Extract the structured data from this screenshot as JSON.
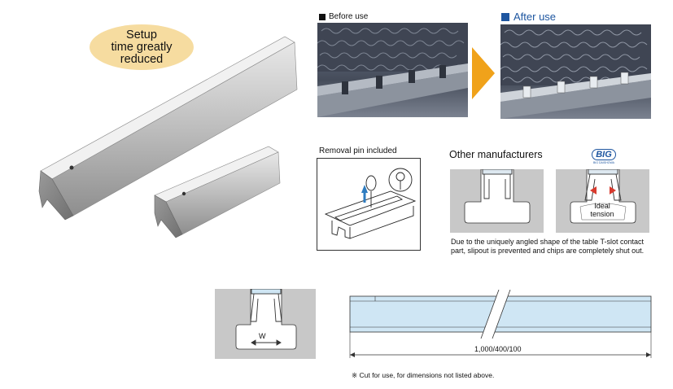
{
  "badge": {
    "line1": "Setup",
    "line2": "time greatly",
    "line3": "reduced"
  },
  "before": {
    "label": "Before use"
  },
  "after": {
    "label": "After use"
  },
  "removal": {
    "title": "Removal pin included"
  },
  "comparison": {
    "title": "Other manufacturers",
    "ideal_label_1": "Ideal",
    "ideal_label_2": "tension",
    "description": "Due to the uniquely angled shape of the table T-slot contact part, slipout is prevented and chips are completely shut out."
  },
  "logo": {
    "text": "BIG",
    "subtext": "BIG DAISHOWA"
  },
  "dimension": {
    "w_label": "W",
    "length_label": "1,000/400/100"
  },
  "note": "※ Cut for use, for dimensions not listed above.",
  "colors": {
    "badge": "#f6dca0",
    "arrow": "#f0a21a",
    "accent_blue": "#1e56a0",
    "profile_fill": "#cfe6f4"
  }
}
